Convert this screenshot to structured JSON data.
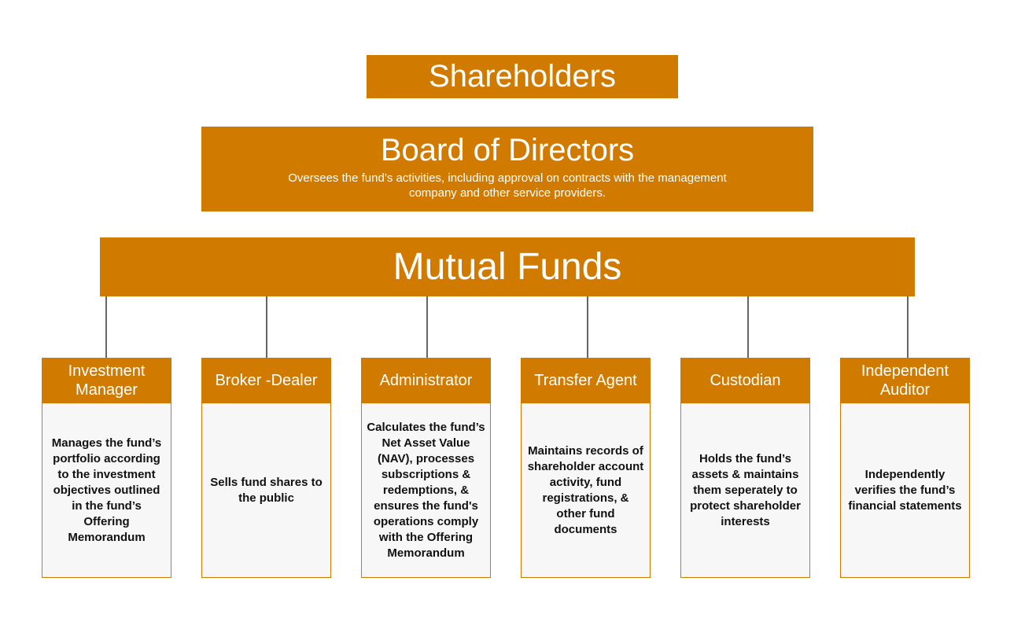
{
  "shareholders": {
    "title": "Shareholders"
  },
  "board": {
    "title": "Board of Directors",
    "description": "Oversees the fund’s activities, including approval on contracts with the management company and other service providers."
  },
  "funds": {
    "title": "Mutual Funds"
  },
  "roles": [
    {
      "title": "Investment Manager",
      "description": "Manages the fund’s portfolio according to the investment objectives outlined in the fund’s Offering Memorandum"
    },
    {
      "title": "Broker -Dealer",
      "description": "Sells fund shares to the public"
    },
    {
      "title": "Administrator",
      "description": "Calculates the fund’s Net Asset Value (NAV), processes subscriptions & redemptions, & ensures the fund's operations comply with the Offering Memorandum"
    },
    {
      "title": "Transfer Agent",
      "description": "Maintains records of shareholder account activity, fund registrations, & other fund documents"
    },
    {
      "title": "Custodian",
      "description": "Holds the fund’s assets & maintains them seperately to protect shareholder interests"
    },
    {
      "title": "Independent Auditor",
      "description": "Independently verifies the fund’s financial statements"
    }
  ],
  "colors": {
    "accent": "#d17a00",
    "card_bg": "#f7f7f7",
    "connector": "#666666"
  }
}
